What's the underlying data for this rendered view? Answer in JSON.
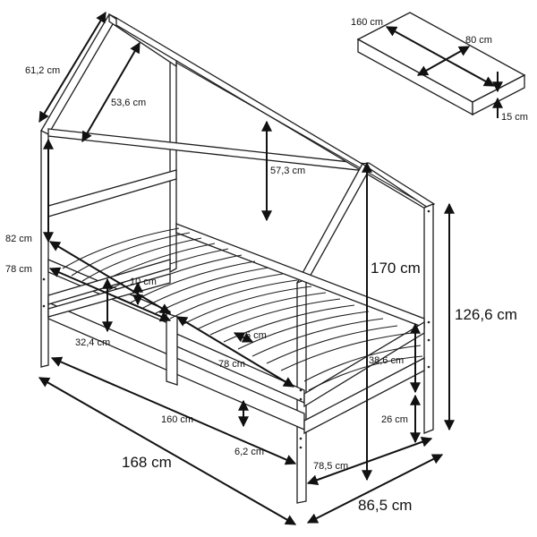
{
  "labels": {
    "mattress_length": "160 cm",
    "mattress_width": "80 cm",
    "mattress_height": "15 cm",
    "roof_slope": "61,2 cm",
    "roof_inner": "53,6 cm",
    "roof_height": "57,3 cm",
    "rail_top": "82 cm",
    "rail_low": "78 cm",
    "gap_10": "10 cm",
    "slat_gap": "5 cm",
    "frame_h": "32,4 cm",
    "inner_78": "78 cm",
    "total_h": "170 cm",
    "side_h": "126,6 cm",
    "guard_h": "38,6 cm",
    "leg_h": "26 cm",
    "inner_160": "160 cm",
    "slat_drop": "6,2 cm",
    "inner_785": "78,5 cm",
    "length": "168 cm",
    "width": "86,5 cm"
  }
}
